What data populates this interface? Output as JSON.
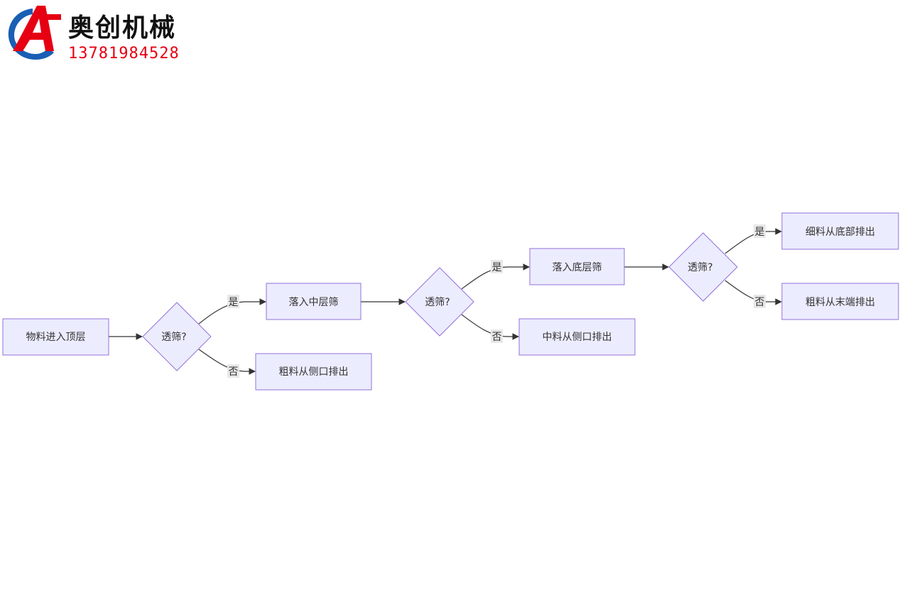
{
  "header": {
    "company_name": "奥创机械",
    "phone": "13781984528",
    "logo_letter": "A",
    "brand_red": "#e60012",
    "brand_blue": "#1a5fb4"
  },
  "diagram": {
    "nodes": [
      {
        "id": "start",
        "label": "物料进入顶层",
        "shape": "rect"
      },
      {
        "id": "d1",
        "label": "透筛?",
        "shape": "diamond"
      },
      {
        "id": "mid",
        "label": "落入中层筛",
        "shape": "rect"
      },
      {
        "id": "coarse1",
        "label": "粗料从侧口排出",
        "shape": "rect"
      },
      {
        "id": "d2",
        "label": "透筛?",
        "shape": "diamond"
      },
      {
        "id": "bottom",
        "label": "落入底层筛",
        "shape": "rect"
      },
      {
        "id": "medium",
        "label": "中料从侧口排出",
        "shape": "rect"
      },
      {
        "id": "d3",
        "label": "透筛?",
        "shape": "diamond"
      },
      {
        "id": "fine",
        "label": "细料从底部排出",
        "shape": "rect"
      },
      {
        "id": "coarse2",
        "label": "粗料从末端排出",
        "shape": "rect"
      }
    ],
    "edges": [
      {
        "from": "start",
        "to": "d1",
        "label": ""
      },
      {
        "from": "d1",
        "to": "mid",
        "label": "是"
      },
      {
        "from": "d1",
        "to": "coarse1",
        "label": "否"
      },
      {
        "from": "mid",
        "to": "d2",
        "label": ""
      },
      {
        "from": "d2",
        "to": "bottom",
        "label": "是"
      },
      {
        "from": "d2",
        "to": "medium",
        "label": "否"
      },
      {
        "from": "bottom",
        "to": "d3",
        "label": ""
      },
      {
        "from": "d3",
        "to": "fine",
        "label": "是"
      },
      {
        "from": "d3",
        "to": "coarse2",
        "label": "否"
      }
    ]
  }
}
